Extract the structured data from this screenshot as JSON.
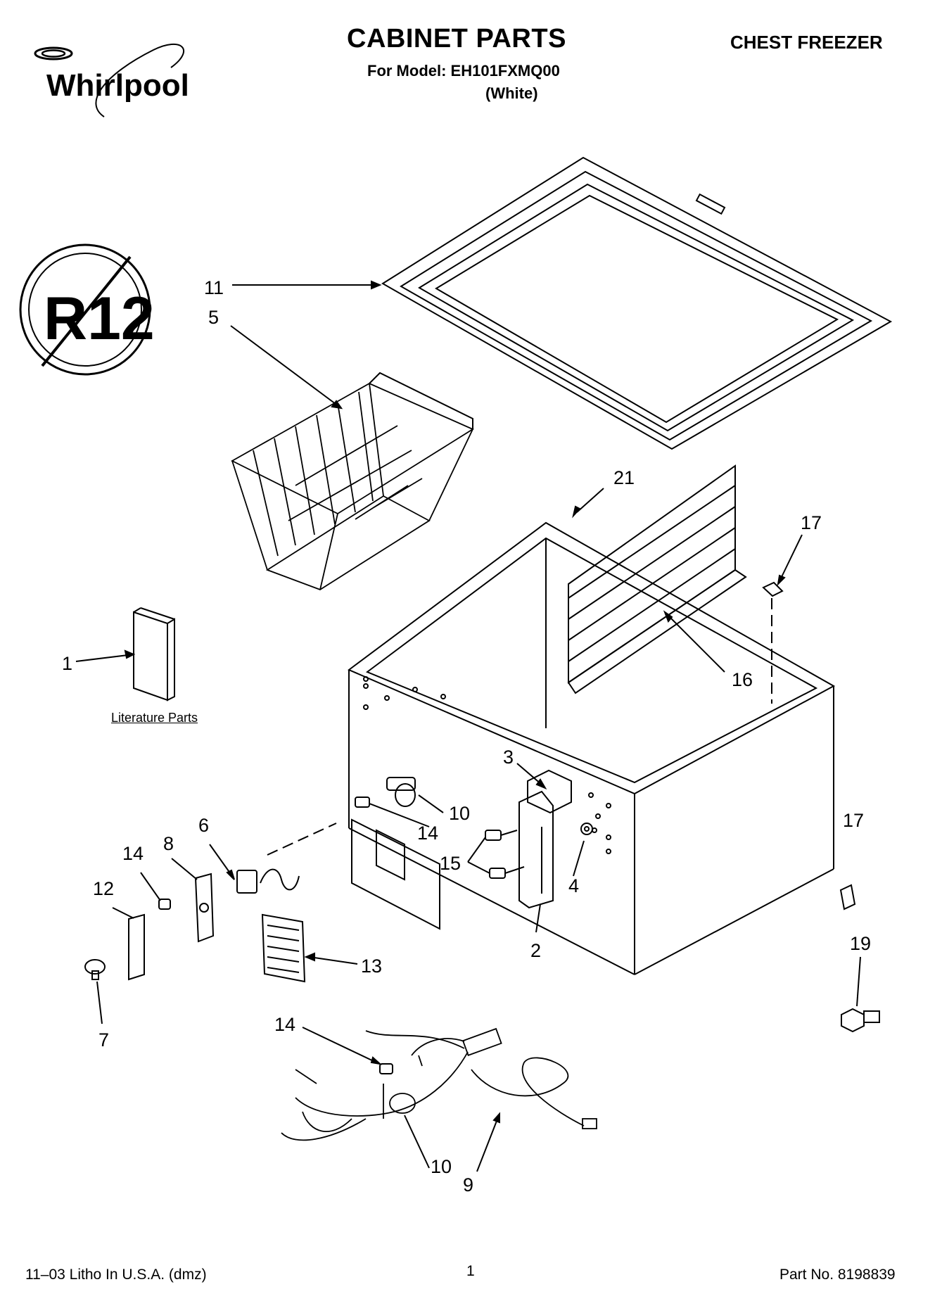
{
  "header": {
    "brand": "Whirlpool",
    "title": "CABINET PARTS",
    "model_line": "For Model: EH101FXMQ00",
    "color_line": "(White)",
    "category": "CHEST FREEZER"
  },
  "badge": {
    "text": "R12"
  },
  "literature": {
    "label": "Literature Parts"
  },
  "callouts": [
    "11",
    "5",
    "21",
    "17",
    "1",
    "16",
    "3",
    "10",
    "14",
    "6",
    "8",
    "14",
    "12",
    "15",
    "4",
    "17",
    "13",
    "2",
    "7",
    "19",
    "14",
    "10",
    "9"
  ],
  "footer": {
    "left": "11–03 Litho In U.S.A. (dmz)",
    "center": "1",
    "right": "Part No. 8198839"
  }
}
